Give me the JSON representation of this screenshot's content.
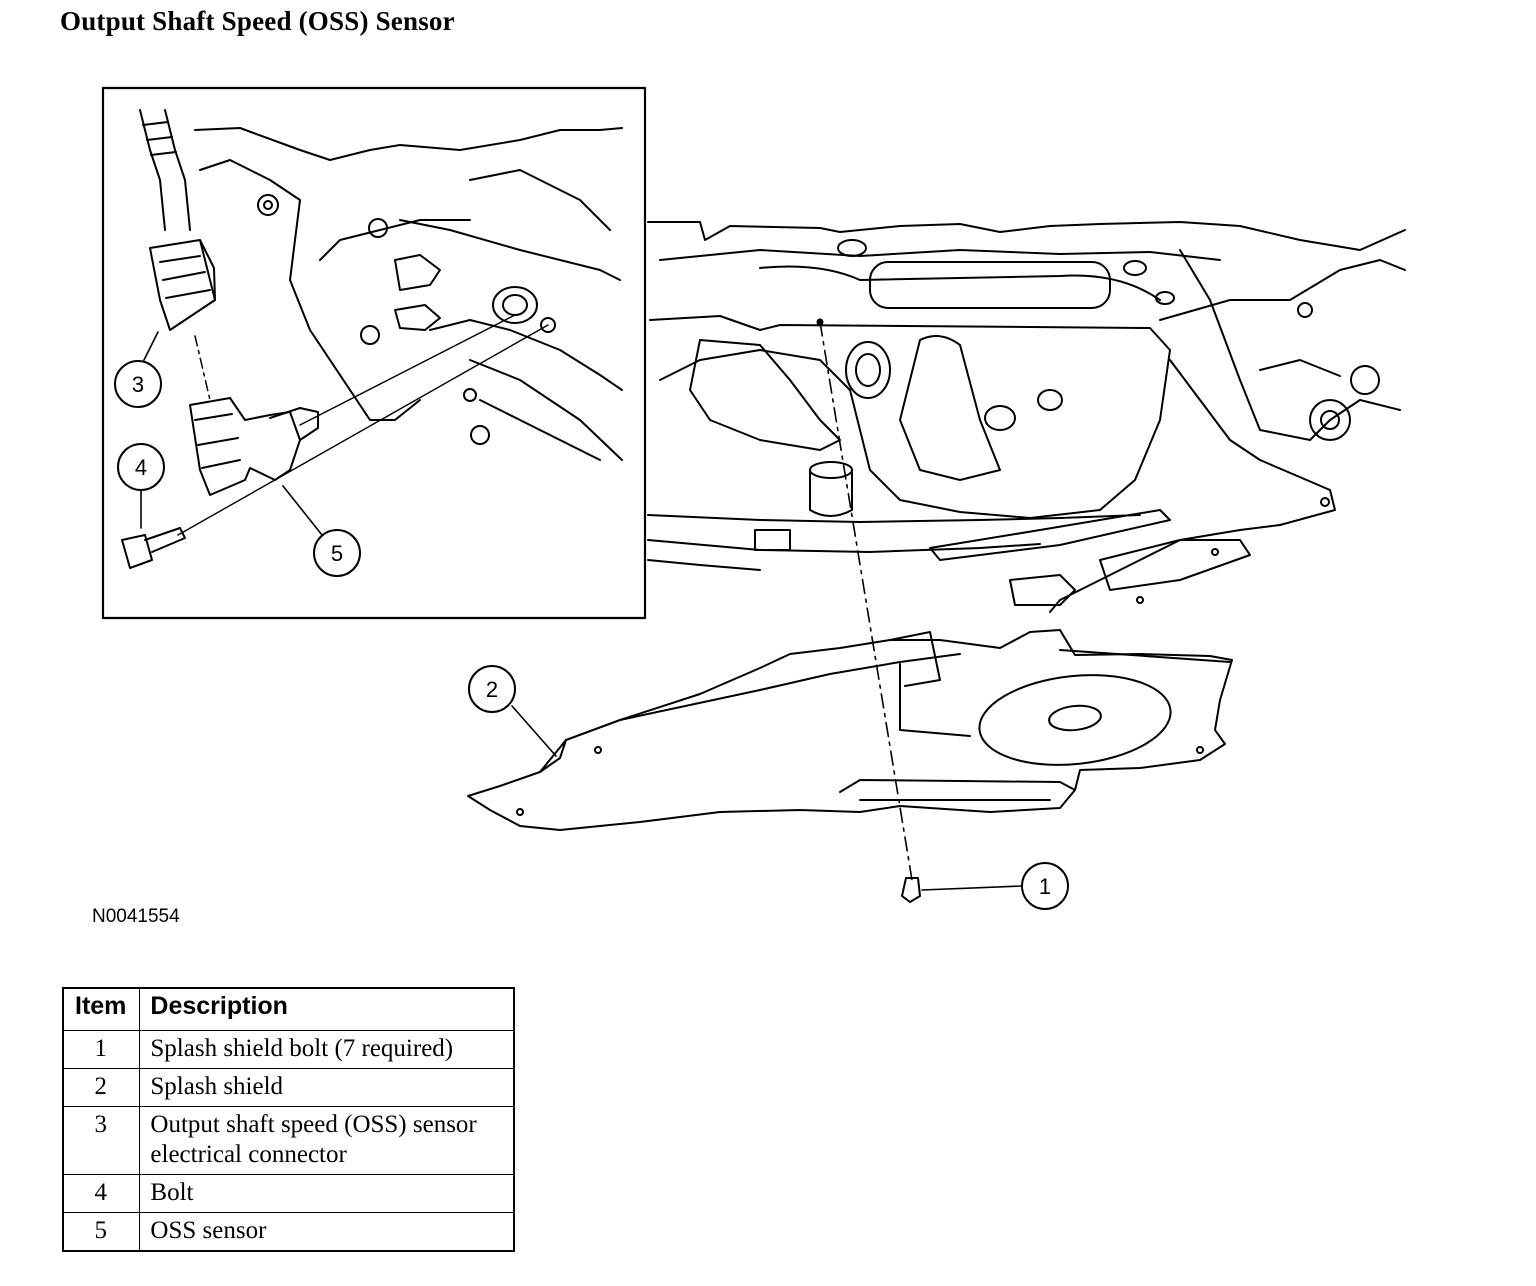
{
  "title": "Output Shaft Speed (OSS) Sensor",
  "figure_id": "N0041554",
  "callouts": [
    "1",
    "2",
    "3",
    "4",
    "5"
  ],
  "table": {
    "headers": [
      "Item",
      "Description"
    ],
    "rows": [
      {
        "item": "1",
        "description": "Splash shield bolt (7 required)"
      },
      {
        "item": "2",
        "description": "Splash shield"
      },
      {
        "item": "3",
        "description": "Output shaft speed (OSS) sensor electrical connector"
      },
      {
        "item": "4",
        "description": "Bolt"
      },
      {
        "item": "5",
        "description": "OSS sensor"
      }
    ]
  }
}
